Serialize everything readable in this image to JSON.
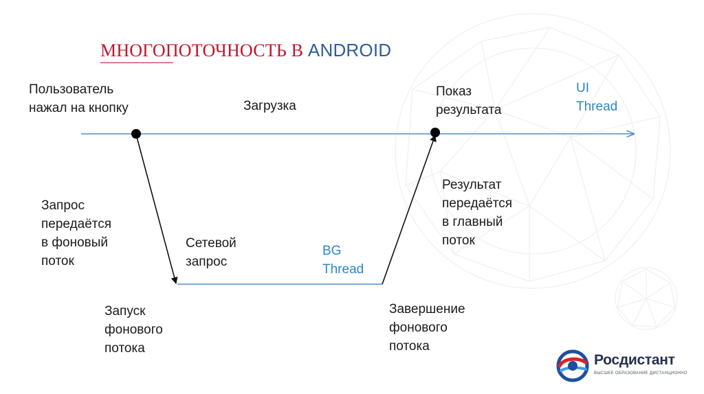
{
  "slide": {
    "title_main": "МНОГОПОТОЧНОСТЬ В",
    "title_tail": "ANDROID"
  },
  "labels": {
    "user_pressed": "Пользователь\nнажал на кнопку",
    "loading": "Загрузка",
    "show_result": "Показ\nрезультата",
    "ui_thread": "UI\nThread",
    "request_sent": "Запрос\nпередаётся\nв фоновый\nпоток",
    "network_request": "Сетевой\nзапрос",
    "bg_thread": "BG\nThread",
    "result_sent": "Результат\nпередаётся\nв главный\nпоток",
    "start_bg": "Запуск\nфонового\nпотока",
    "finish_bg": "Завершение\nфонового\nпотока"
  },
  "logo": {
    "name": "Росдистант",
    "tagline": "ВЫСШЕЕ ОБРАЗОВАНИЕ ДИСТАНЦИОННО"
  },
  "colors": {
    "title_red": "#c0142c",
    "title_blue": "#2f5c9a",
    "thread_line": "#4a8fd4",
    "thread_label": "#2a86c7",
    "arrow_black": "#111111"
  }
}
